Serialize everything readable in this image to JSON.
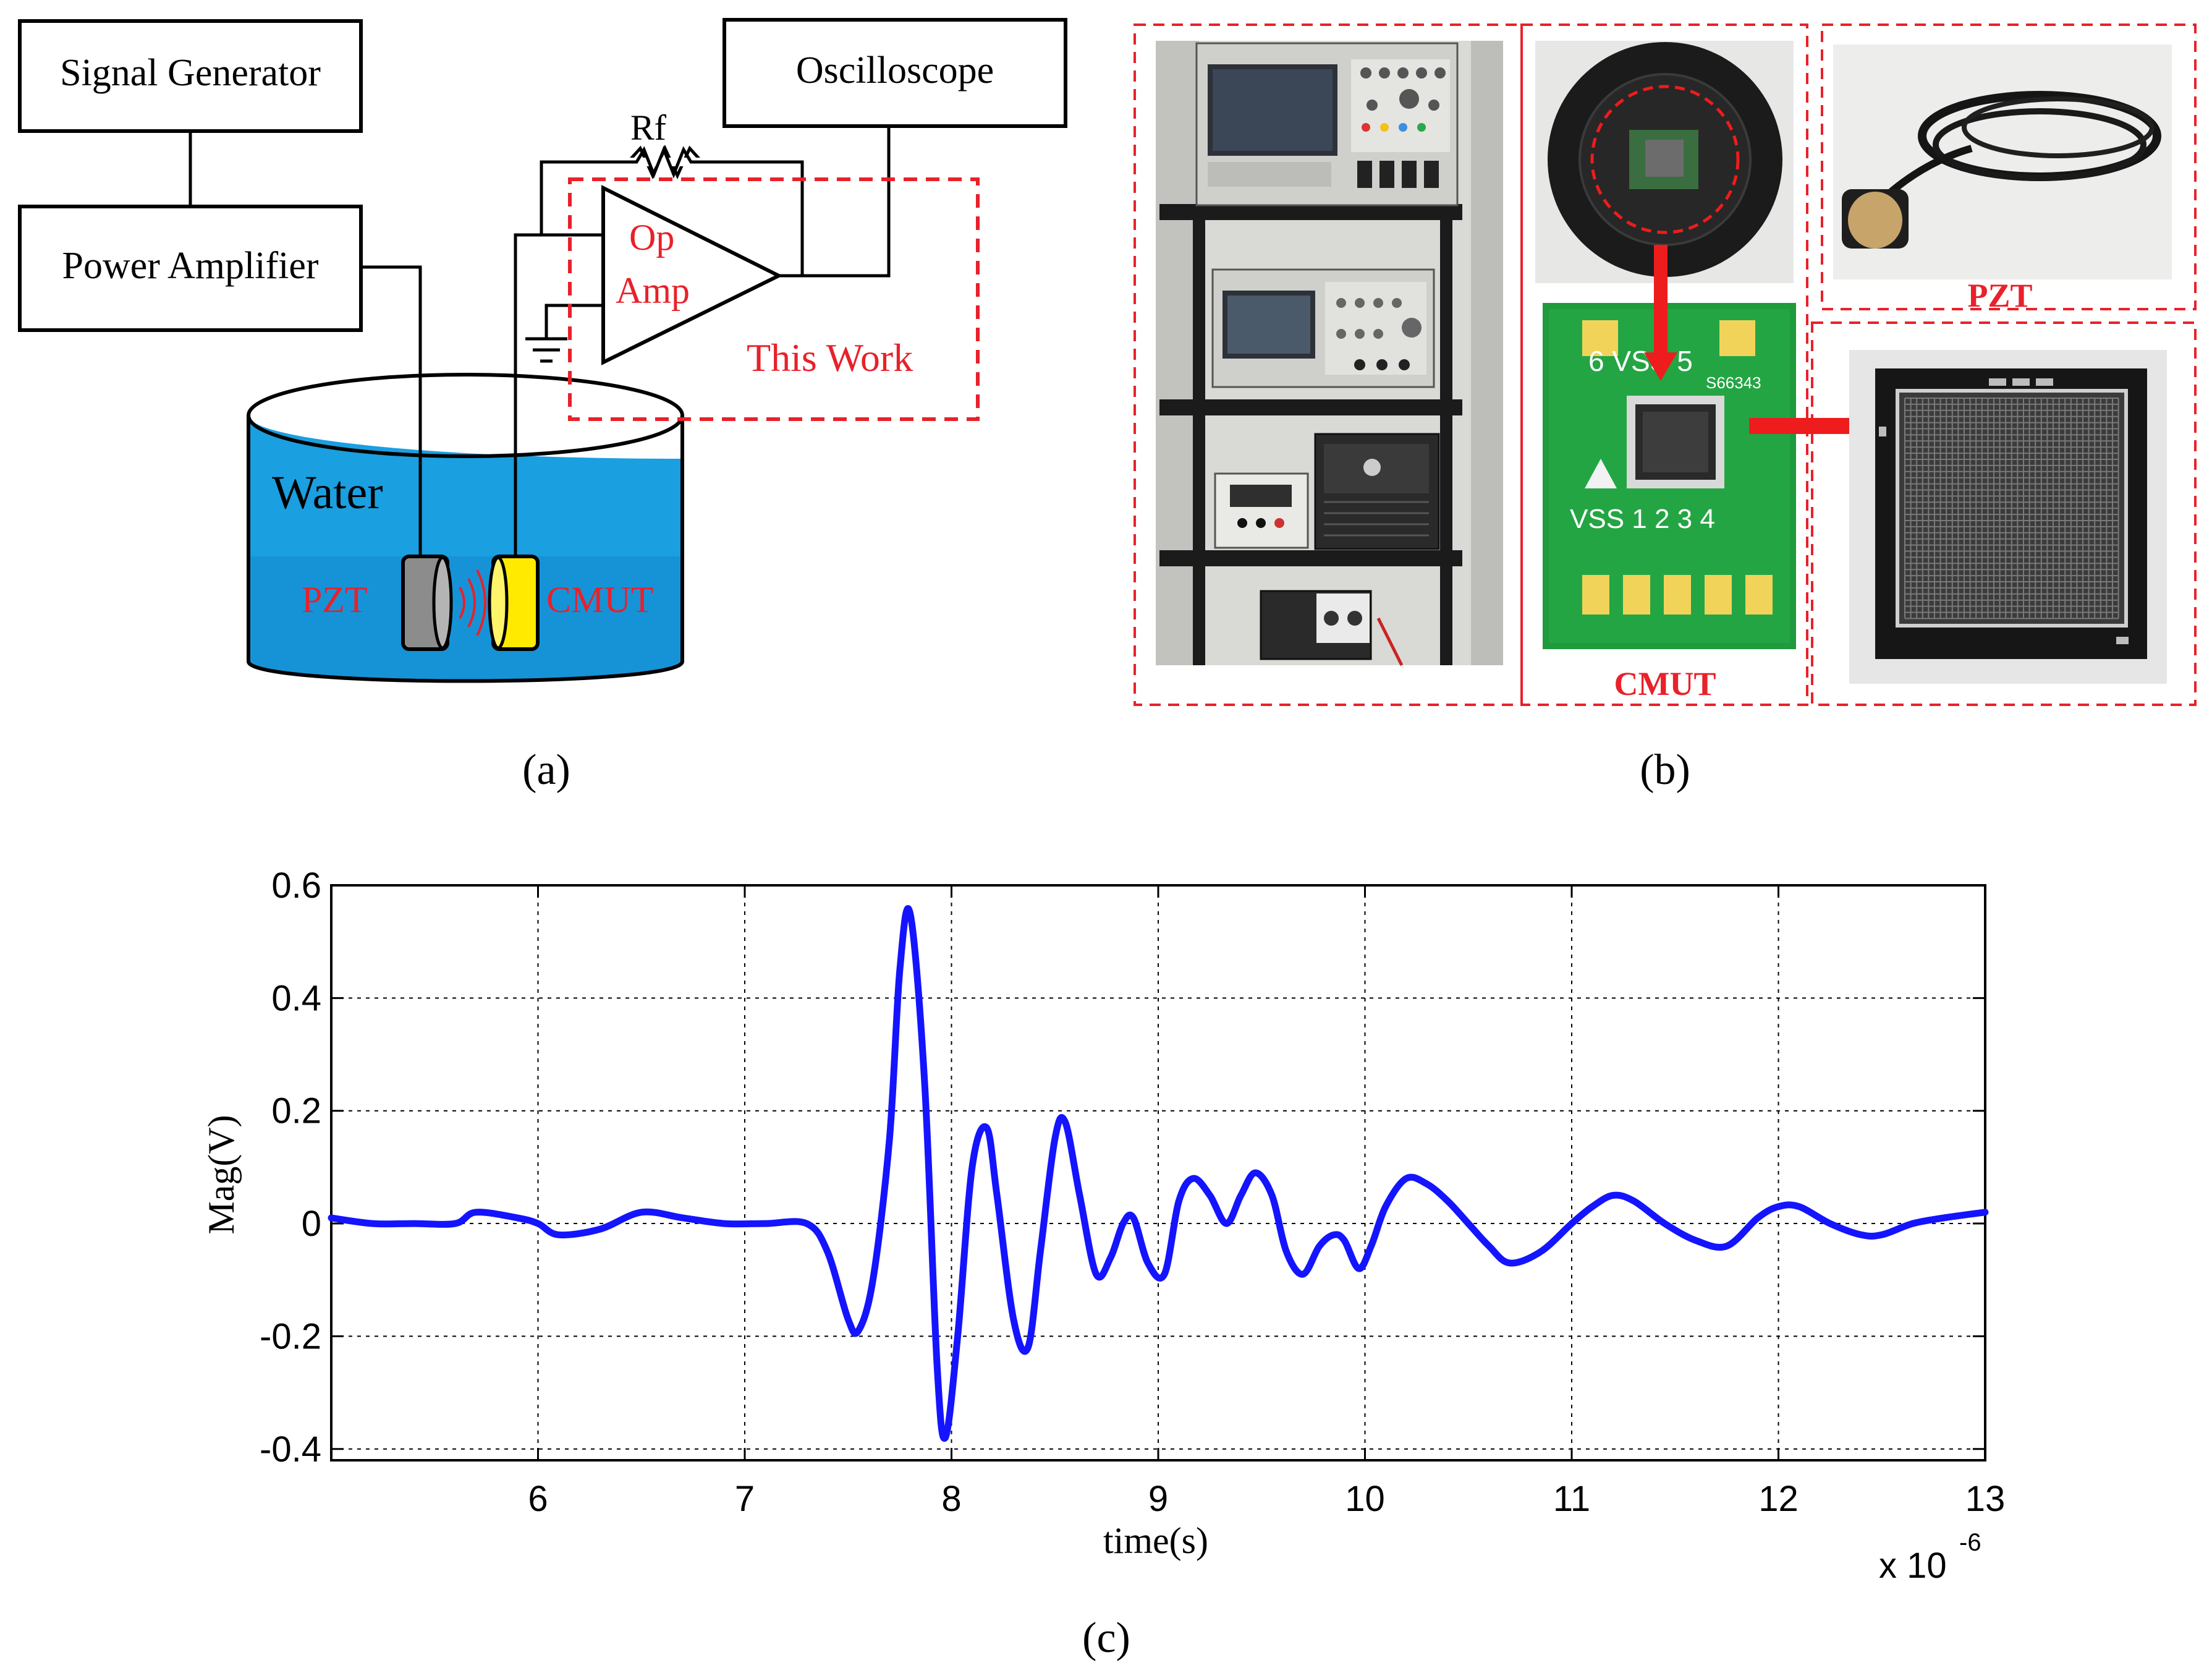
{
  "panel_a": {
    "signal_generator": "Signal Generator",
    "power_amplifier": "Power Amplifier",
    "oscilloscope": "Oscilloscope",
    "rf": "Rf",
    "op": "Op",
    "amp": "Amp",
    "this_work": "This Work",
    "water": "Water",
    "pzt": "PZT",
    "cmut": "CMUT",
    "caption": "(a)",
    "colors": {
      "water": "#1a9fe0",
      "cmut": "#ffea00",
      "pzt": "#8c8c8c",
      "highlight": "#e8212a"
    }
  },
  "panel_b": {
    "pzt_label": "PZT",
    "cmut_label": "CMUT",
    "pcb_top": "6 VSS 5",
    "pcb_code": "S66343",
    "pcb_bottom": "VSS 1 2 3 4",
    "caption": "(b)",
    "colors": {
      "pcb": "#1f9a3c",
      "pad": "#f2d35a",
      "arrow": "#ee1c1c",
      "frame": "#e8212a"
    }
  },
  "panel_c": {
    "caption": "(c)"
  },
  "chart_data": {
    "type": "line",
    "xlabel": "time(s)",
    "ylabel": "Mag(V)",
    "x_multiplier": "x 10",
    "x_exponent": "-6",
    "xlim": [
      5,
      13
    ],
    "ylim": [
      -0.42,
      0.6
    ],
    "x_ticks": [
      6,
      7,
      8,
      9,
      10,
      11,
      12,
      13
    ],
    "y_ticks": [
      -0.4,
      -0.2,
      0,
      0.2,
      0.4,
      0.6
    ],
    "y_tick_labels": [
      "-0.4",
      "-0.2",
      "0",
      "0.2",
      "0.4",
      "0.6"
    ],
    "grid": true,
    "line_color": "#1414ff",
    "series": [
      {
        "x": [
          5.0,
          5.2,
          5.4,
          5.6,
          5.7,
          5.9,
          6.0,
          6.1,
          6.3,
          6.5,
          6.7,
          6.9,
          7.1,
          7.3,
          7.4,
          7.5,
          7.55,
          7.62,
          7.7,
          7.75,
          7.8,
          7.87,
          7.93,
          7.97,
          8.03,
          8.1,
          8.17,
          8.22,
          8.3,
          8.37,
          8.43,
          8.5,
          8.55,
          8.62,
          8.7,
          8.77,
          8.83,
          8.88,
          8.95,
          9.03,
          9.1,
          9.17,
          9.25,
          9.33,
          9.4,
          9.47,
          9.55,
          9.62,
          9.7,
          9.78,
          9.85,
          9.9,
          9.97,
          10.03,
          10.1,
          10.2,
          10.3,
          10.4,
          10.5,
          10.6,
          10.7,
          10.85,
          11.0,
          11.1,
          11.2,
          11.3,
          11.45,
          11.6,
          11.75,
          11.9,
          12.0,
          12.1,
          12.25,
          12.4,
          12.5,
          12.65,
          12.8,
          13.0
        ],
        "y": [
          0.01,
          0.0,
          0.0,
          0.0,
          0.02,
          0.01,
          0.0,
          -0.02,
          -0.01,
          0.02,
          0.01,
          0.0,
          0.0,
          0.0,
          -0.05,
          -0.17,
          -0.19,
          -0.1,
          0.15,
          0.45,
          0.55,
          0.25,
          -0.25,
          -0.38,
          -0.2,
          0.1,
          0.17,
          0.05,
          -0.17,
          -0.22,
          -0.05,
          0.15,
          0.18,
          0.05,
          -0.09,
          -0.06,
          0.0,
          0.01,
          -0.07,
          -0.09,
          0.04,
          0.08,
          0.05,
          0.0,
          0.05,
          0.09,
          0.05,
          -0.05,
          -0.09,
          -0.04,
          -0.02,
          -0.03,
          -0.08,
          -0.04,
          0.03,
          0.08,
          0.07,
          0.04,
          0.0,
          -0.04,
          -0.07,
          -0.05,
          0.0,
          0.03,
          0.05,
          0.04,
          0.0,
          -0.03,
          -0.04,
          0.01,
          0.03,
          0.03,
          0.0,
          -0.02,
          -0.02,
          0.0,
          0.01,
          0.02
        ]
      }
    ]
  }
}
